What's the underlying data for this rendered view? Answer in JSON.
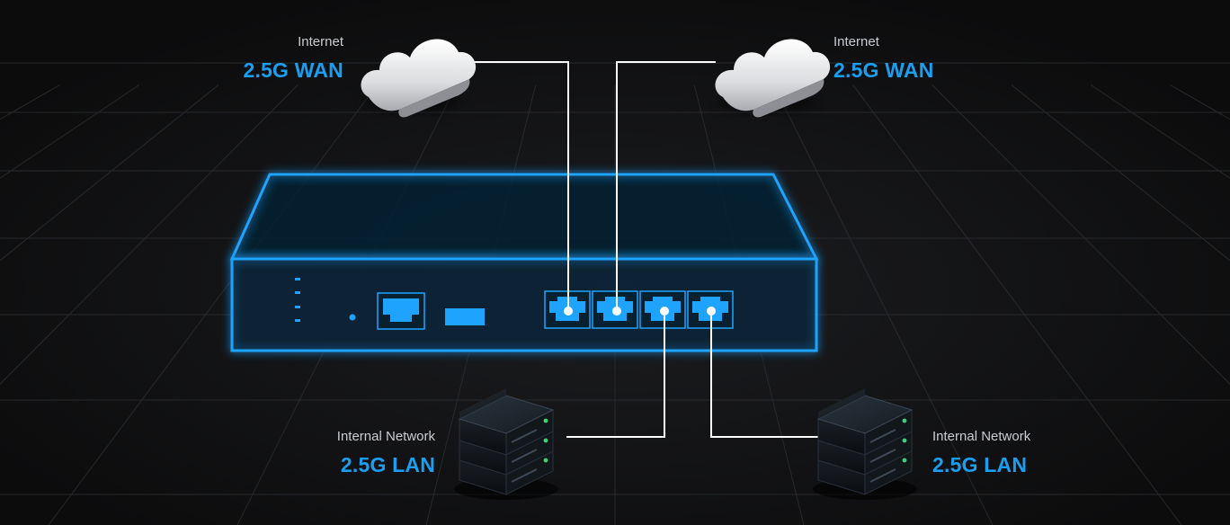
{
  "wan_left": {
    "caption": "Internet",
    "title": "2.5G WAN"
  },
  "wan_right": {
    "caption": "Internet",
    "title": "2.5G WAN"
  },
  "lan_left": {
    "caption": "Internal Network",
    "title": "2.5G LAN"
  },
  "lan_right": {
    "caption": "Internal Network",
    "title": "2.5G LAN"
  },
  "colors": {
    "background": "#0f0f10",
    "accent": "#1a9ff0",
    "device_glow": "#1ea4ff",
    "caption": "#c9ccd1",
    "link_line": "#ffffff"
  },
  "icons": [
    "cloud-icon",
    "cloud-icon",
    "server-rack-icon",
    "server-rack-icon"
  ]
}
